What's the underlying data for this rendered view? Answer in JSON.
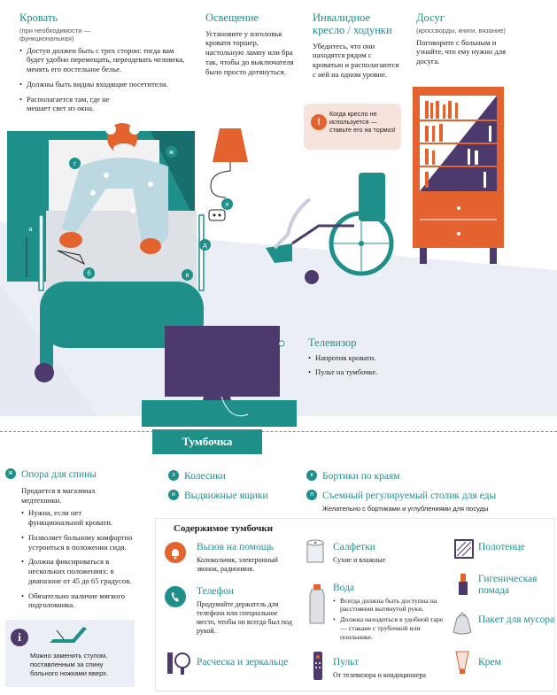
{
  "bed": {
    "title": "Кровать",
    "subtitle": "(при необходимости — функциональная)",
    "bullets": [
      "Доступ должен быть с трех сторон: тогда вам будет удобно перемещать, переодевать человека, менять его постельное белье.",
      "Должны быть видны входящие посетители.",
      "Располагается там, где не мешает свет из окна."
    ]
  },
  "lighting": {
    "title": "Освещение",
    "text": "Установите у изголовья кровати торшер, настольную лампу или бра так, чтобы до выключателя было просто дотянуться."
  },
  "wheelchair": {
    "title": "Инвалидное кресло / ходунки",
    "text": "Убедитесь, что они находятся рядом с кроватью и располагаются с ней на одном уровне.",
    "warning": "Когда кресло не используется — ставьте его на тормоз!"
  },
  "leisure": {
    "title": "Досуг",
    "subtitle": "(кроссворды, книги, вязание)",
    "text": "Поговорите с больным и узнайте, что ему нужно для досуга."
  },
  "tv": {
    "title": "Телевизор",
    "bullets": [
      "Напротив кровати.",
      "Пульт на тумбочке."
    ]
  },
  "markers": {
    "a": "а",
    "b": "б",
    "v": "в",
    "g": "г",
    "d": "д",
    "e": "е",
    "zh": "ж"
  },
  "nightstand": {
    "title": "Тумбочка",
    "back_support": {
      "tag": "ж",
      "title": "Опора для спины",
      "intro": "Продается в магазинах медтехники.",
      "bullets": [
        "Нужна, если нет функциональной кровати.",
        "Позволяет больному комфортно устроиться в положении сидя.",
        "Должна фиксироваться в нескольких положениях: в диапазоне от 45 до 65 градусов.",
        "Обязательно наличие мягкого подголовника."
      ],
      "info": "Можно заменить стулом, поставленным за спину больного ножками вверх."
    },
    "features": [
      {
        "tag": "з",
        "label": "Колесики"
      },
      {
        "tag": "и",
        "label": "Выдвижные ящики"
      },
      {
        "tag": "к",
        "label": "Бортики по краям"
      },
      {
        "tag": "л",
        "label": "Съемный регулируемый столик для еды",
        "desc": "Желательно с бортиками и углублениями для посуды"
      }
    ],
    "contents_title": "Содержимое тумбочки",
    "items": {
      "call": {
        "title": "Вызов на помощь",
        "desc": "Колокольчик, электронный звонок, радионяня.",
        "icon": "bell-icon"
      },
      "phone": {
        "title": "Телефон",
        "desc": "Продумайте держатель для телефона или специальное место, чтобы он всегда был под рукой.",
        "icon": "phone-icon"
      },
      "comb": {
        "title": "Расческа и зеркальце",
        "icon": "comb-mirror-icon"
      },
      "napkins": {
        "title": "Салфетки",
        "desc": "Сухие и влажные",
        "icon": "napkin-roll-icon"
      },
      "water": {
        "title": "Вода",
        "bullets": [
          "Всегда должна быть доступна на расстоянии вытянутой руки.",
          "Должна находиться в удобной таре — стакане с трубочкой или поильнике."
        ],
        "icon": "water-bottle-icon"
      },
      "remote": {
        "title": "Пульт",
        "desc": "От телевизора и кондиционера",
        "icon": "remote-icon"
      },
      "towel": {
        "title": "Полотенце",
        "icon": "towel-icon"
      },
      "hygiene": {
        "title": "Гигеническая помада",
        "icon": "lipstick-icon"
      },
      "bag": {
        "title": "Пакет для мусора",
        "icon": "trash-bag-icon"
      },
      "cream": {
        "title": "Крем",
        "icon": "cream-tube-icon"
      }
    }
  },
  "colors": {
    "teal": "#1f8f8a",
    "purple": "#4b3a6b",
    "orange": "#e3622e",
    "light": "#e9ecf3"
  }
}
